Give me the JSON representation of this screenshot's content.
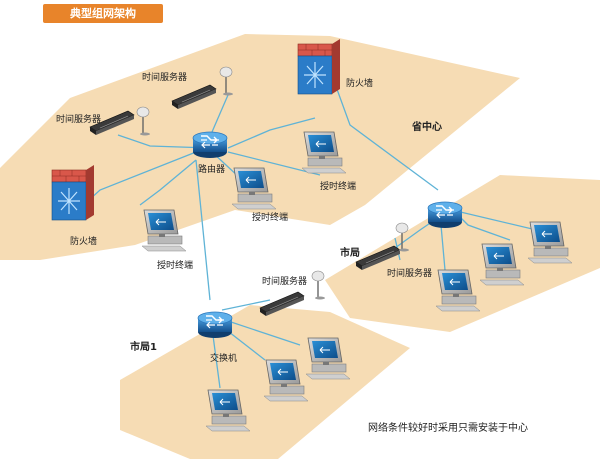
{
  "title": "典型组网架构",
  "note": "网络条件较好时采用只需安装于中心",
  "regions": {
    "province": "省中心",
    "city1": "市局1",
    "city2": "市局"
  },
  "labels": {
    "firewall_top": "防火墙",
    "firewall_left": "防火墙",
    "router": "路由器",
    "switch": "交换机",
    "time_server_a": "时间服务器",
    "time_server_b": "时间服务器",
    "time_server_c": "时间服务器",
    "time_server_d": "时间服务器",
    "client_a": "授时终端",
    "client_b": "授时终端",
    "client_c": "授时终端"
  },
  "colors": {
    "region_fill": "#f6dcb4",
    "title_bg": "#e8842a",
    "link": "#5fb3d6",
    "device_blue": "#1f6fb2",
    "firewall_red": "#d9574a"
  }
}
